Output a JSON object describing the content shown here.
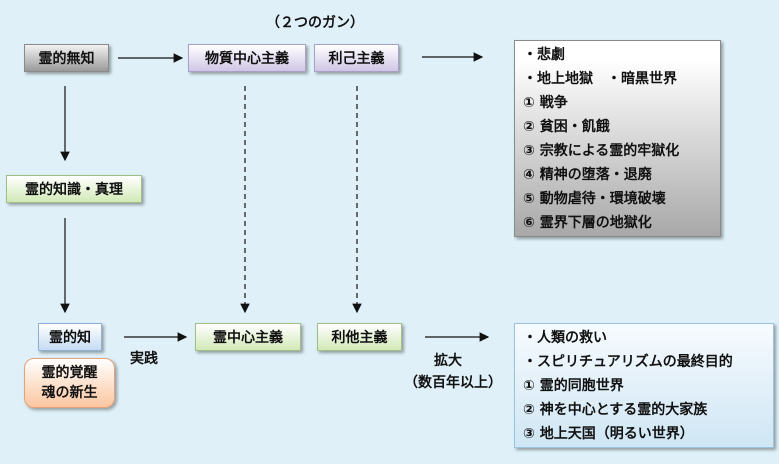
{
  "title": "（２つのガン）",
  "nodes": {
    "reiteki_muchi": "霊的無知",
    "busshitsu": "物質中心主義",
    "rikoshugi": "利己主義",
    "reiteki_chishiki": "霊的知識・真理",
    "reichi": "霊的知",
    "kakusei_line1": "霊的覚醒",
    "kakusei_line2": "魂の新生",
    "rei_chushin": "霊中心主義",
    "ritashugi": "利他主義"
  },
  "labels": {
    "jissen": "実践",
    "kakudai": "拡大",
    "suhyakunen": "（数百年以上）"
  },
  "outcomes_bad": [
    "・悲劇",
    "・地上地獄　・暗黒世界",
    "① 戦争",
    "② 貧困・飢餓",
    "③ 宗教による霊的牢獄化",
    "④ 精神の堕落・退廃",
    "⑤ 動物虐待・環境破壊",
    "⑥ 霊界下層の地獄化"
  ],
  "outcomes_good": [
    "・人類の救い",
    "・スピリチュアリズムの最終目的",
    "① 霊的同胞世界",
    "② 神を中心とする霊的大家族",
    "③ 地上天国（明るい世界）"
  ]
}
